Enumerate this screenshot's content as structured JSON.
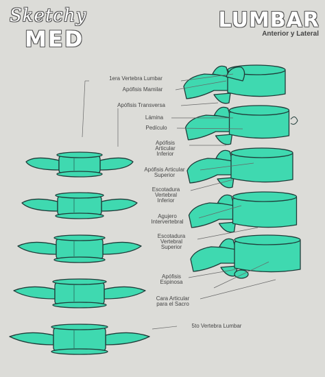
{
  "brand": {
    "top": "Sketchy",
    "bottom": "MED"
  },
  "header": {
    "title": "LUMBAR",
    "subtitle": "Anterior y Lateral"
  },
  "labels": {
    "first_vertebra": "1era Vertebra Lumbar",
    "mamillary_process": "Apófisis Mamilar",
    "transverse_process": "Apófisis Transversa",
    "lamina": "Lámina",
    "pedicle": "Pedículo",
    "inferior_articular_process": "Apófisis\nArticular\nInferior",
    "superior_articular_process": "Apófisis Articular\nSuperior",
    "inferior_vertebral_notch": "Escotadura\nVertebral\nInferior",
    "intervertebral_foramen": "Agujero\nIntervertebral",
    "superior_vertebral_notch": "Escotadura\nVertebral\nSuperior",
    "spinous_process": "Apófisis\nEspinosa",
    "sacral_articular_facet": "Cara Articular\npara el Sacro",
    "fifth_vertebra": "5to Vertebra Lumbar"
  },
  "colors": {
    "bone": "#3fd9b0",
    "outline": "#1f3b38",
    "background": "#dcdcd8"
  }
}
